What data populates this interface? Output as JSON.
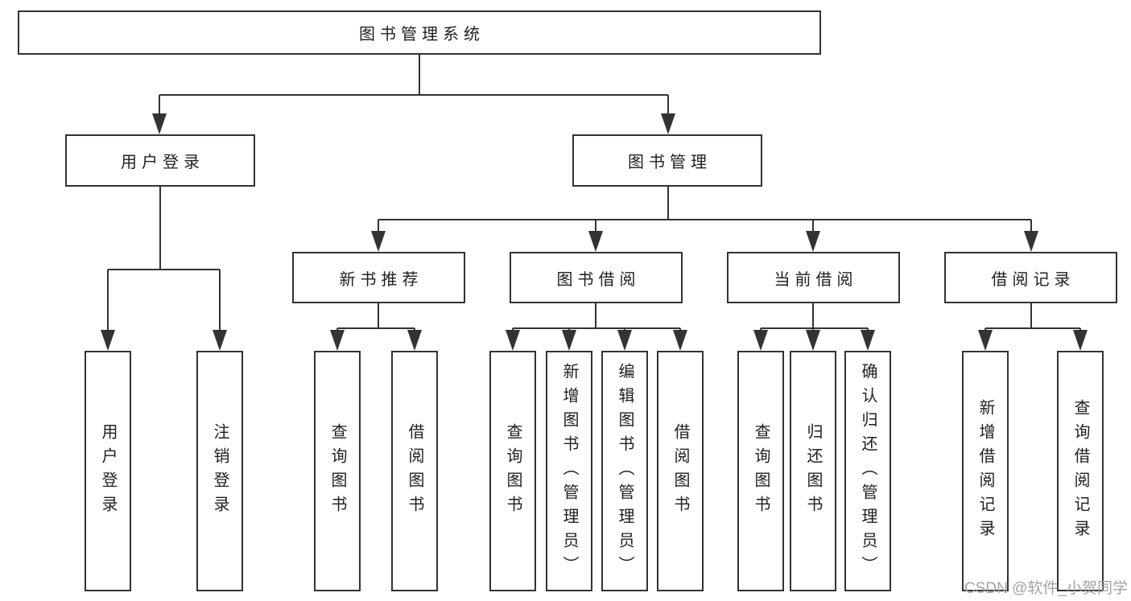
{
  "nodes": {
    "root": "图书管理系统",
    "level1": [
      "用户登录",
      "图书管理"
    ],
    "level2": [
      "新书推荐",
      "图书借阅",
      "当前借阅",
      "借阅记录"
    ],
    "user_login_leaves": [
      "用户登录",
      "注销登录"
    ],
    "new_book_leaves": [
      "查询图书",
      "借阅图书"
    ],
    "book_borrow_leaves": [
      "查询图书",
      "新增图书（管理员）",
      "编辑图书（管理员）",
      "借阅图书"
    ],
    "current_borrow_leaves": [
      "查询图书",
      "归还图书",
      "确认归还（管理员）"
    ],
    "record_leaves": [
      "新增借阅记录",
      "查询借阅记录"
    ]
  },
  "watermark": "CSDN @软件_小贺同学",
  "colors": {
    "line": "#333333",
    "box_border": "#333333",
    "box_fill": "#ffffff",
    "text": "#1f1f1f",
    "watermark": "#a3a3a3",
    "background": "#ffffff"
  }
}
